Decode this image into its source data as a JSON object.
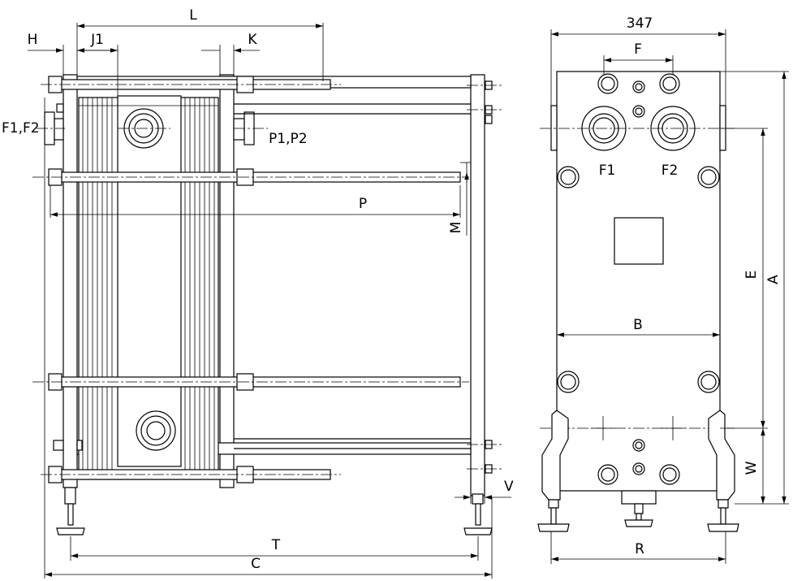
{
  "side_view": {
    "labels": {
      "L": "L",
      "H": "H",
      "J1": "J1",
      "K": "K",
      "F1F2": "F1,F2",
      "P1P2": "P1,P2",
      "P": "P",
      "M": "M",
      "T": "T",
      "C": "C",
      "V": "V"
    }
  },
  "front_view": {
    "labels": {
      "width_value": "347",
      "F": "F",
      "F1": "F1",
      "F2": "F2",
      "B": "B",
      "E": "E",
      "A": "A",
      "W": "W",
      "R": "R"
    }
  }
}
